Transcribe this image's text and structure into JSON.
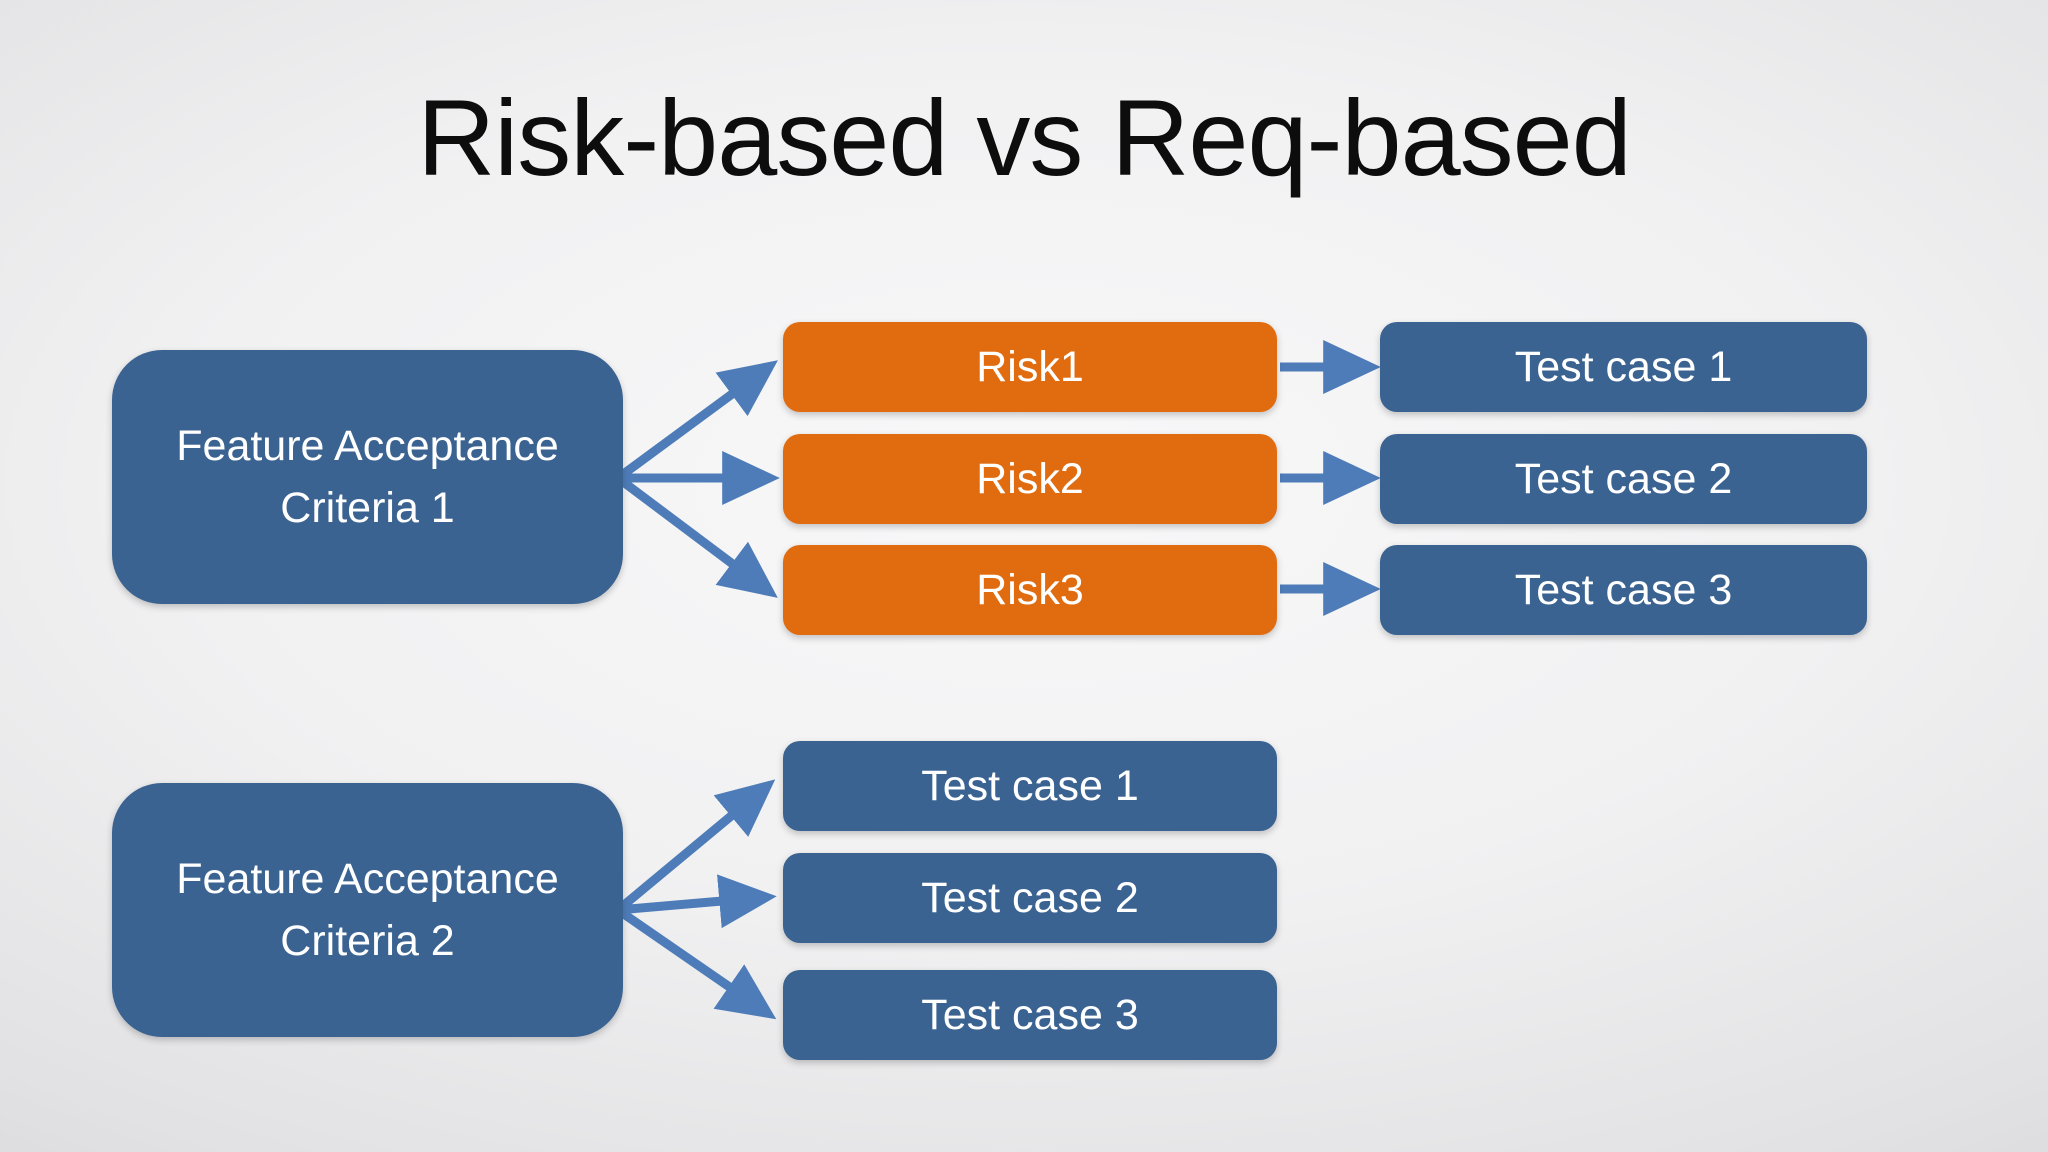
{
  "slide": {
    "title": "Risk-based vs Req-based"
  },
  "colors": {
    "box_blue": "#3A6391",
    "box_orange": "#E16C10",
    "arrow_blue": "#4E7CB8",
    "box_text": "#FFFFFF",
    "title_text": "#0D0D0D",
    "background_center": "#F8F8F9",
    "background_edge": "#C2C1C4"
  },
  "diagram": {
    "risk_based": {
      "source": {
        "label": "Feature Acceptance Criteria 1"
      },
      "risks": [
        {
          "label": "Risk1"
        },
        {
          "label": "Risk2"
        },
        {
          "label": "Risk3"
        }
      ],
      "test_cases": [
        {
          "label": "Test case 1"
        },
        {
          "label": "Test case 2"
        },
        {
          "label": "Test case 3"
        }
      ]
    },
    "req_based": {
      "source": {
        "label": "Feature Acceptance Criteria 2"
      },
      "test_cases": [
        {
          "label": "Test case 1"
        },
        {
          "label": "Test case 2"
        },
        {
          "label": "Test case 3"
        }
      ]
    }
  }
}
